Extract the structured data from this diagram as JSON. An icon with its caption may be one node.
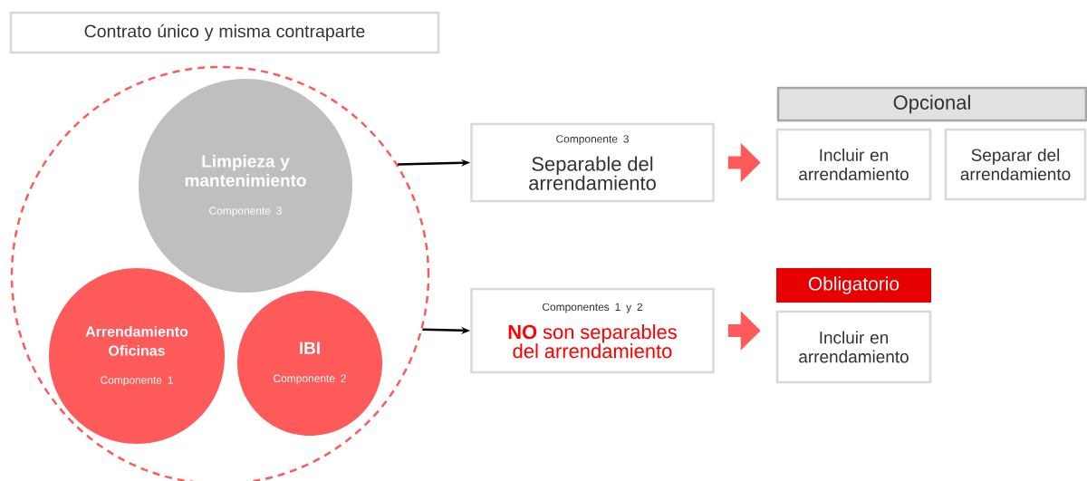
{
  "diagram": {
    "nodes": [
      {
        "text": [
          "Contrato único y misma contraparte"
        ]
      },
      {
        "text": [],
        "shape": "circle"
      },
      {
        "text": [
          "Limpieza y mantenimiento",
          "Componente 3"
        ],
        "in": 1
      },
      {
        "text": [
          "Arrendamiento Oficinas",
          "Componente 1"
        ],
        "in": 1
      },
      {
        "text": [
          "IBI",
          "Componente 2"
        ],
        "in": 1
      },
      {
        "text": [
          "Componente 3",
          "Separable del arrendamiento"
        ]
      },
      {
        "text": [
          "Componentes 1 y 2",
          "**NO** son separables del arrendamiento"
        ]
      },
      {
        "text": [
          "Opcional"
        ]
      },
      {
        "text": [
          "Incluir en arrendamiento"
        ]
      },
      {
        "text": [
          "Separar del arrendamiento"
        ]
      },
      {
        "text": [
          "Obligatorio"
        ]
      },
      {
        "text": [
          "Incluir en arrendamiento"
        ]
      }
    ],
    "edges": [
      {
        "from": 1,
        "to": 5,
        "arrow": "to"
      },
      {
        "from": 1,
        "to": 6,
        "arrow": "to"
      },
      {
        "from": 5,
        "to": 8,
        "arrow": "to",
        "style": "thick",
        "color": "#ff5a5a"
      },
      {
        "from": 6,
        "to": 11,
        "arrow": "to",
        "style": "thick",
        "color": "#ff5a5a"
      }
    ]
  }
}
